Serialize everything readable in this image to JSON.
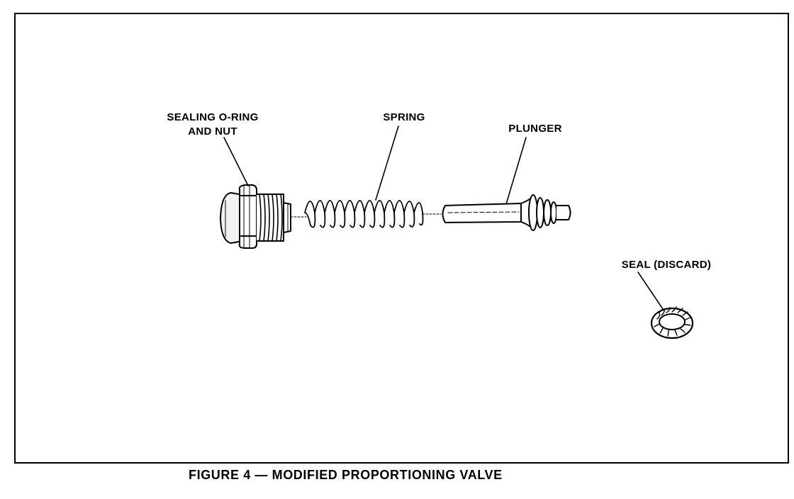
{
  "labels": {
    "nut_line1": "SEALING O-RING",
    "nut_line2": "AND NUT",
    "spring": "SPRING",
    "plunger": "PLUNGER",
    "seal": "SEAL (DISCARD)"
  },
  "caption": "FIGURE 4 — MODIFIED PROPORTIONING VALVE",
  "colors": {
    "ink": "#000000",
    "paper": "#ffffff"
  }
}
